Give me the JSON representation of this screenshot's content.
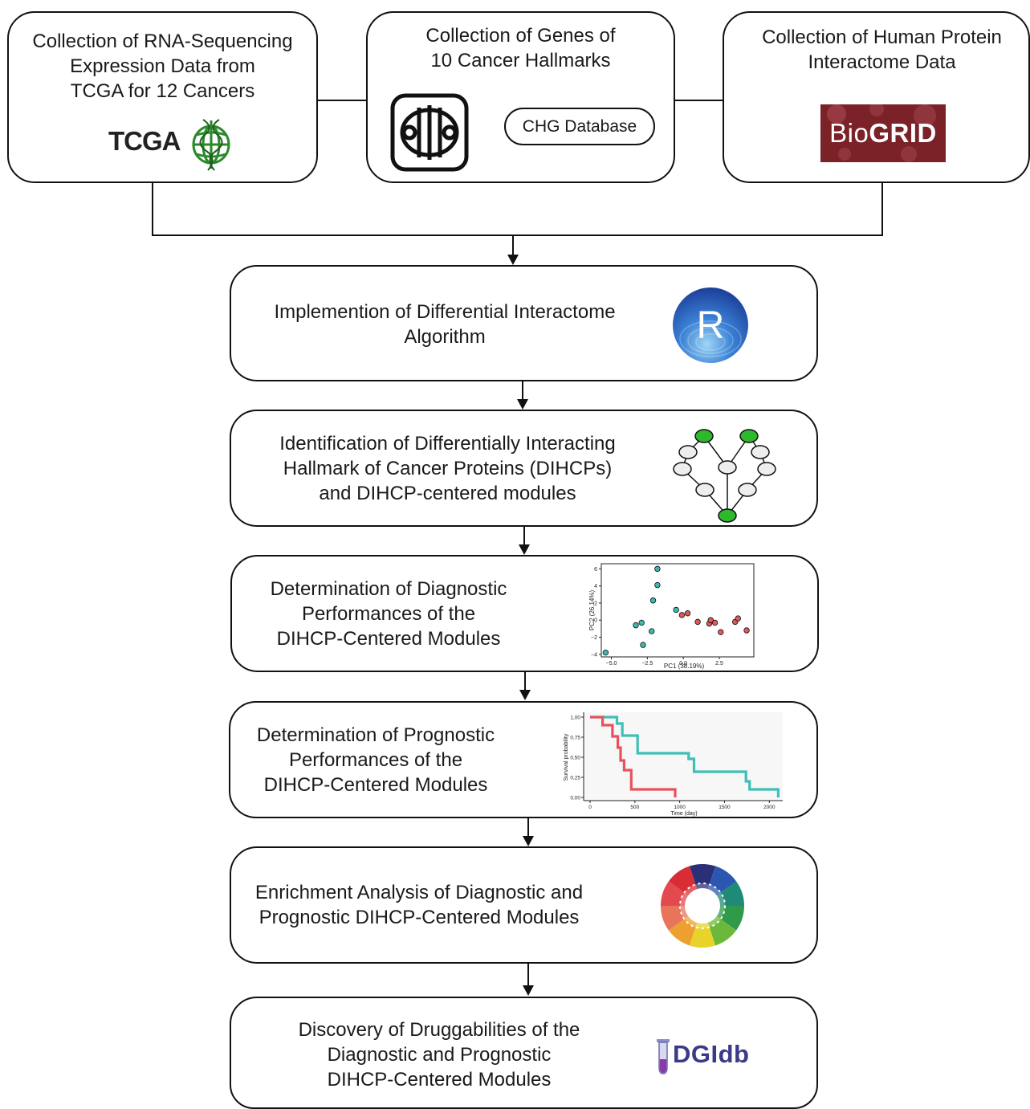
{
  "top_boxes": {
    "rna_seq": {
      "lines": [
        "Collection of RNA-Sequencing",
        "Expression Data from",
        "TCGA for 12 Cancers"
      ],
      "logo_text": "TCGA"
    },
    "hallmarks": {
      "lines": [
        "Collection of Genes of",
        "10 Cancer Hallmarks"
      ],
      "database_label": "CHG Database"
    },
    "interactome": {
      "lines": [
        "Collection of Human Protein",
        "Interactome Data"
      ],
      "logo_bio": "Bio",
      "logo_grid": "GRID"
    }
  },
  "steps": {
    "step1": {
      "lines": [
        "Implemention of Differential Interactome",
        "Algorithm"
      ],
      "logo_letter": "R"
    },
    "step2": {
      "lines": [
        "Identification of Differentially Interacting",
        "Hallmark of Cancer Proteins (DIHCPs)",
        "and DIHCP-centered modules"
      ]
    },
    "step3": {
      "lines": [
        "Determination of Diagnostic",
        "Performances of the",
        "DIHCP-Centered Modules"
      ]
    },
    "step4": {
      "lines": [
        "Determination of Prognostic",
        "Performances of the",
        "DIHCP-Centered Modules"
      ]
    },
    "step5": {
      "lines": [
        "Enrichment Analysis of Diagnostic and",
        "Prognostic DIHCP-Centered Modules"
      ]
    },
    "step6": {
      "lines": [
        "Discovery of Druggabilities of the",
        "Diagnostic and Prognostic",
        "DIHCP-Centered Modules"
      ],
      "logo_text": "DGIdb"
    }
  },
  "pca_plot": {
    "xlabel": "PC1 (38.19%)",
    "ylabel": "PC2 (26.14%)",
    "xticks": [
      "-5.0",
      "-2.5",
      "0.0",
      "2.5"
    ],
    "yticks": [
      "6",
      "4",
      "2",
      "0",
      "-2",
      "-4"
    ],
    "colors": {
      "teal": "#3fb8ac",
      "red": "#e05a5a"
    },
    "teal_points": [
      [
        -5.4,
        -3.8
      ],
      [
        -3.3,
        -0.6
      ],
      [
        -2.9,
        -0.3
      ],
      [
        -2.8,
        -2.9
      ],
      [
        -2.2,
        -1.3
      ],
      [
        -2.1,
        2.3
      ],
      [
        -1.8,
        6.0
      ],
      [
        -1.8,
        4.1
      ],
      [
        -0.5,
        1.2
      ]
    ],
    "red_points": [
      [
        0.3,
        0.8
      ],
      [
        -0.1,
        0.6
      ],
      [
        1.0,
        -0.2
      ],
      [
        1.8,
        -0.4
      ],
      [
        1.9,
        0.0
      ],
      [
        2.2,
        -0.3
      ],
      [
        2.6,
        -1.4
      ],
      [
        3.6,
        -0.2
      ],
      [
        3.8,
        0.2
      ],
      [
        4.4,
        -1.2
      ]
    ]
  },
  "km_plot": {
    "xlabel": "Time (day)",
    "ylabel": "Survival probability",
    "xticks": [
      "0",
      "500",
      "1000",
      "1500",
      "2000"
    ],
    "yticks": [
      "1,00",
      "0,75",
      "0,50",
      "0,25",
      "0,00"
    ],
    "colors": {
      "teal": "#3fbfb5",
      "red": "#e8525c"
    },
    "teal_curve": [
      [
        0,
        1.0
      ],
      [
        300,
        1.0
      ],
      [
        300,
        0.92
      ],
      [
        360,
        0.92
      ],
      [
        360,
        0.77
      ],
      [
        530,
        0.77
      ],
      [
        530,
        0.55
      ],
      [
        1100,
        0.55
      ],
      [
        1100,
        0.48
      ],
      [
        1160,
        0.48
      ],
      [
        1160,
        0.32
      ],
      [
        1740,
        0.32
      ],
      [
        1740,
        0.2
      ],
      [
        1780,
        0.2
      ],
      [
        1780,
        0.1
      ],
      [
        2100,
        0.1
      ],
      [
        2100,
        0.0
      ]
    ],
    "red_curve": [
      [
        0,
        1.0
      ],
      [
        140,
        1.0
      ],
      [
        140,
        0.9
      ],
      [
        250,
        0.9
      ],
      [
        250,
        0.76
      ],
      [
        310,
        0.76
      ],
      [
        310,
        0.62
      ],
      [
        340,
        0.62
      ],
      [
        340,
        0.46
      ],
      [
        380,
        0.46
      ],
      [
        380,
        0.34
      ],
      [
        460,
        0.34
      ],
      [
        460,
        0.1
      ],
      [
        950,
        0.1
      ],
      [
        950,
        0.0
      ]
    ]
  },
  "network_colors": {
    "green": "#2eb82e",
    "grey": "#eeeeee"
  },
  "enrichment_colors": [
    "#2a2f78",
    "#2c57b0",
    "#1f8a75",
    "#2f9a4a",
    "#6cb83a",
    "#e8d32a",
    "#eda030",
    "#e8755a",
    "#e34a4f",
    "#d92d35"
  ]
}
